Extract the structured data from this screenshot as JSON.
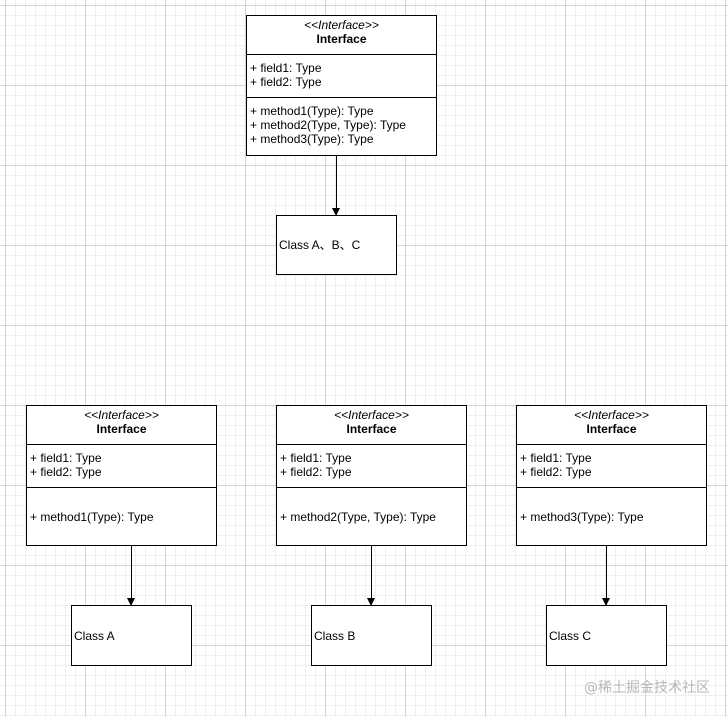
{
  "top": {
    "interface": {
      "stereotype": "<<Interface>>",
      "name": "Interface",
      "fields": [
        "+ field1: Type",
        "+ field2: Type"
      ],
      "methods": [
        "+ method1(Type): Type",
        "+ method2(Type, Type): Type",
        "+ method3(Type): Type"
      ]
    },
    "class_label": "Class A、B、C"
  },
  "bottom": [
    {
      "stereotype": "<<Interface>>",
      "name": "Interface",
      "fields": [
        "+ field1: Type",
        "+ field2: Type"
      ],
      "methods": [
        "+ method1(Type): Type"
      ],
      "class_label": "Class A"
    },
    {
      "stereotype": "<<Interface>>",
      "name": "Interface",
      "fields": [
        "+ field1: Type",
        "+ field2: Type"
      ],
      "methods": [
        "+ method2(Type, Type): Type"
      ],
      "class_label": "Class B"
    },
    {
      "stereotype": "<<Interface>>",
      "name": "Interface",
      "fields": [
        "+ field1: Type",
        "+ field2: Type"
      ],
      "methods": [
        "+ method3(Type): Type"
      ],
      "class_label": "Class C"
    }
  ],
  "watermark": "@稀土掘金技术社区",
  "colors": {
    "grid": "#d4d4d4",
    "stroke": "#000000",
    "background": "#ffffff"
  }
}
